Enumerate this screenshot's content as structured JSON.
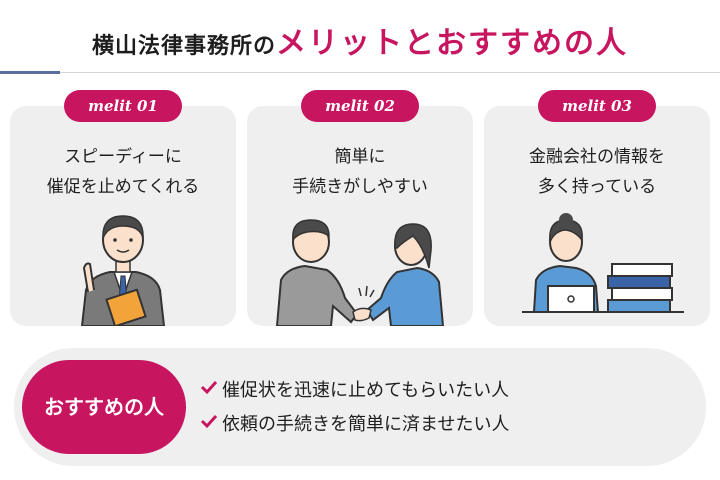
{
  "header": {
    "title_black": "横山法律事務所の",
    "title_pink": "メリットとおすすめの人"
  },
  "cards": [
    {
      "badge": "melit 01",
      "line1": "スピーディーに",
      "line2": "催促を止めてくれる"
    },
    {
      "badge": "melit 02",
      "line1": "簡単に",
      "line2": "手続きがしやすい"
    },
    {
      "badge": "melit 03",
      "line1": "金融会社の情報を",
      "line2": "多く持っている"
    }
  ],
  "recommend": {
    "label": "おすすめの人",
    "items": [
      "催促状を迅速に止めてもらいたい人",
      "依頼の手続きを簡単に済ませたい人"
    ]
  },
  "colors": {
    "accent": "#c8155f",
    "card_bg": "#efefef"
  }
}
